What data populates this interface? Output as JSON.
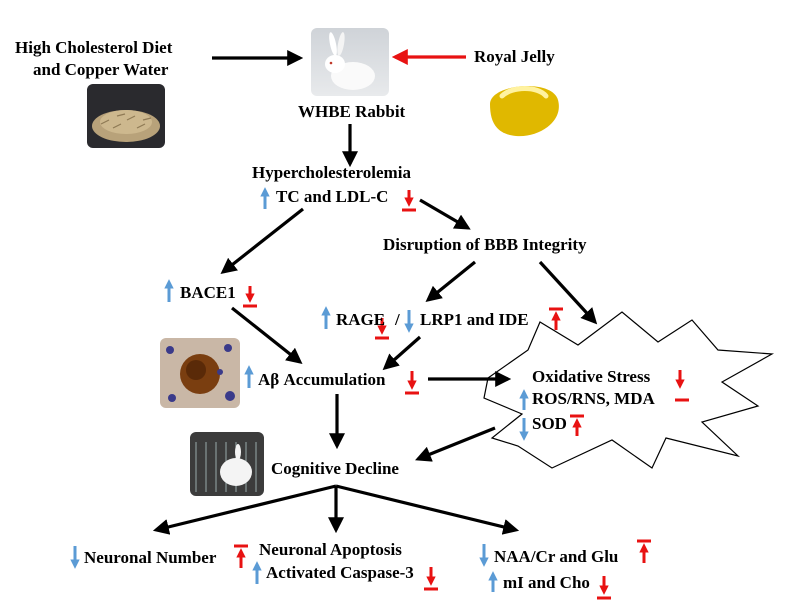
{
  "nodes": {
    "diet_line1": "High Cholesterol Diet",
    "diet_line2": "and Copper Water",
    "royal_jelly": "Royal Jelly",
    "rabbit": "WHBE Rabbit",
    "hyperchol": "Hypercholesterolemia",
    "tc_ldl": "TC and LDL-C",
    "bbb": "Disruption  of BBB Integrity",
    "bace1": "BACE1",
    "rage": "RAGE",
    "rage_sep": "/",
    "lrp1_ide": "LRP1 and IDE",
    "abeta": "Aβ  Accumulation",
    "ox_title": "Oxidative Stress",
    "ox_ros": "ROS/RNS, MDA",
    "ox_sod": "SOD",
    "cognitive": "Cognitive Decline",
    "neuronal_number": "Neuronal Number",
    "apoptosis_line1": "Neuronal Apoptosis",
    "apoptosis_line2": "Activated Caspase-3",
    "naa_glu": "NAA/Cr and Glu",
    "mi_cho": "mI and Cho"
  },
  "images": {
    "diet": "chow-pellets-photo",
    "rabbit": "white-rabbit-photo",
    "royal_jelly": "royal-jelly-photo",
    "abeta": "amyloid-plaque-histology-photo",
    "cognitive": "caged-rabbit-photo"
  },
  "colors": {
    "increase_arrow": "#5b9bd5",
    "inhibit_symbol": "#e81212",
    "royal_jelly_arrow": "#e81212",
    "flow_arrow": "#000000"
  }
}
